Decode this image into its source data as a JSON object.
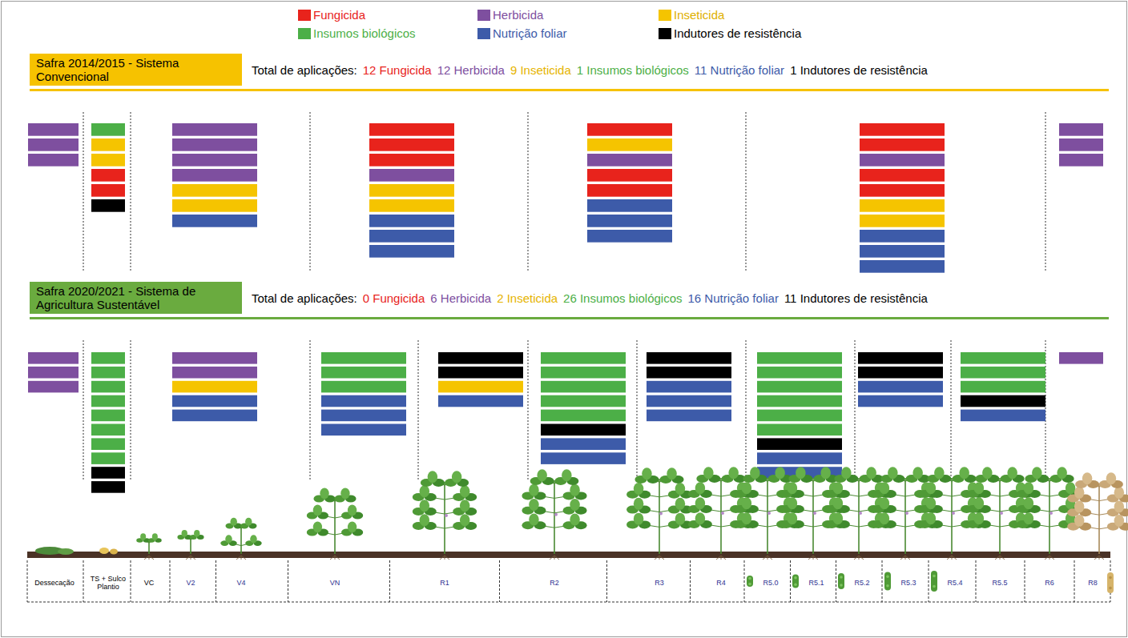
{
  "diagram": {
    "nodes": [
      {
        "text": [
          "Safra 2014/2015 - Sistema Convencional"
        ]
      },
      {
        "text": [
          "Safra 2020/2021 - Sistema de Agricultura Sustentável"
        ]
      }
    ],
    "labels": [
      "Total de aplicações:",
      "12 Fungicida",
      "12 Herbicida",
      "9 Inseticida",
      "1 Insumos biológicos",
      "11 Nutrição foliar",
      "1 Indutores de resistência",
      "Total de aplicações:",
      "0 Fungicida",
      "6 Herbicida",
      "2 Inseticida",
      "26 Insumos biológicos",
      "16 Nutrição foliar",
      "11 Indutores de resistência",
      "Dessecação",
      "TS + Sulco Plantio",
      "VC",
      "V2",
      "V4",
      "VN",
      "R1",
      "R2",
      "R3",
      "R4",
      "R5.0",
      "R5.1",
      "R5.2",
      "R5.3",
      "R5.4",
      "R5.5",
      "R6",
      "R8"
    ],
    "legend": [
      {
        "text": "Fungicida",
        "color": "#e8231c"
      },
      {
        "text": "Herbicida",
        "color": "#7e4f9f"
      },
      {
        "text": "Inseticida",
        "color": "#f5c400"
      },
      {
        "text": "Insumos biológicos",
        "color": "#4caf47"
      },
      {
        "text": "Nutrição foliar",
        "color": "#3d5ba9"
      },
      {
        "text": "Indutores de resistência",
        "color": "#000000"
      }
    ]
  }
}
